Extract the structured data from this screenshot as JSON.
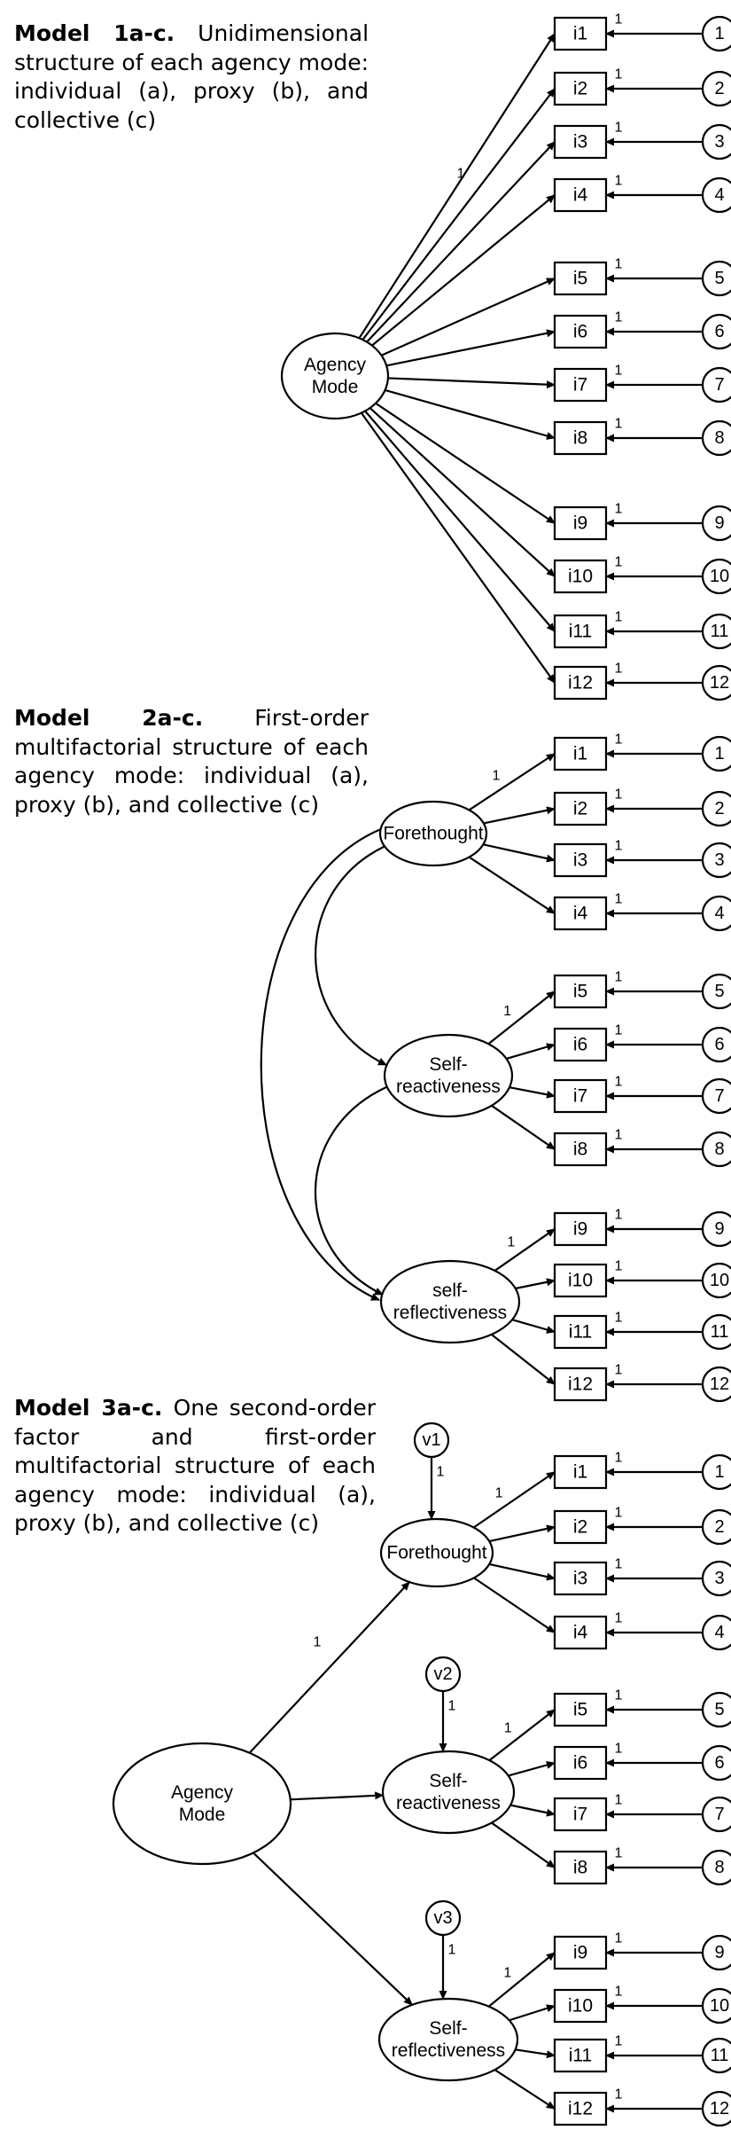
{
  "models": [
    {
      "id": "model1",
      "caption_bold": "Model 1a-c.",
      "caption_text": "Unidimensional structure of each agency mode: individual (a), proxy (b), and collective (c)",
      "latent_label": [
        "Agency",
        "Mode"
      ],
      "first_loading": "1",
      "items": [
        "i1",
        "i2",
        "i3",
        "i4",
        "i5",
        "i6",
        "i7",
        "i8",
        "i9",
        "i10",
        "i11",
        "i12"
      ],
      "errors": [
        "1",
        "2",
        "3",
        "4",
        "5",
        "6",
        "7",
        "8",
        "9",
        "10",
        "11",
        "12"
      ],
      "error_weight": "1"
    },
    {
      "id": "model2",
      "caption_bold": "Model 2a-c.",
      "caption_text": "First-order multifactorial structure of each agency mode: individual (a), proxy (b), and collective (c)",
      "factors": [
        {
          "label": [
            "Forethought"
          ],
          "items": [
            "i1",
            "i2",
            "i3",
            "i4"
          ],
          "errors": [
            "1",
            "2",
            "3",
            "4"
          ]
        },
        {
          "label": [
            "Self-",
            "reactiveness"
          ],
          "items": [
            "i5",
            "i6",
            "i7",
            "i8"
          ],
          "errors": [
            "5",
            "6",
            "7",
            "8"
          ]
        },
        {
          "label": [
            "self-",
            "reflectiveness"
          ],
          "items": [
            "i9",
            "i10",
            "i11",
            "i12"
          ],
          "errors": [
            "9",
            "10",
            "11",
            "12"
          ]
        }
      ],
      "first_loading": "1",
      "error_weight": "1"
    },
    {
      "id": "model3",
      "caption_bold": "Model 3a-c.",
      "caption_text": "One second-order factor and first-order multifactorial structure of each agency mode: individual (a), proxy (b), and collective (c)",
      "second_order_label": [
        "Agency",
        "Mode"
      ],
      "second_order_loading": "1",
      "factors": [
        {
          "label": [
            "Forethought"
          ],
          "disturbance": "v1",
          "items": [
            "i1",
            "i2",
            "i3",
            "i4"
          ],
          "errors": [
            "1",
            "2",
            "3",
            "4"
          ]
        },
        {
          "label": [
            "Self-",
            "reactiveness"
          ],
          "disturbance": "v2",
          "items": [
            "i5",
            "i6",
            "i7",
            "i8"
          ],
          "errors": [
            "5",
            "6",
            "7",
            "8"
          ]
        },
        {
          "label": [
            "Self-",
            "reflectiveness"
          ],
          "disturbance": "v3",
          "items": [
            "i9",
            "i10",
            "i11",
            "i12"
          ],
          "errors": [
            "9",
            "10",
            "11",
            "12"
          ]
        }
      ],
      "first_loading": "1",
      "error_weight": "1"
    }
  ]
}
